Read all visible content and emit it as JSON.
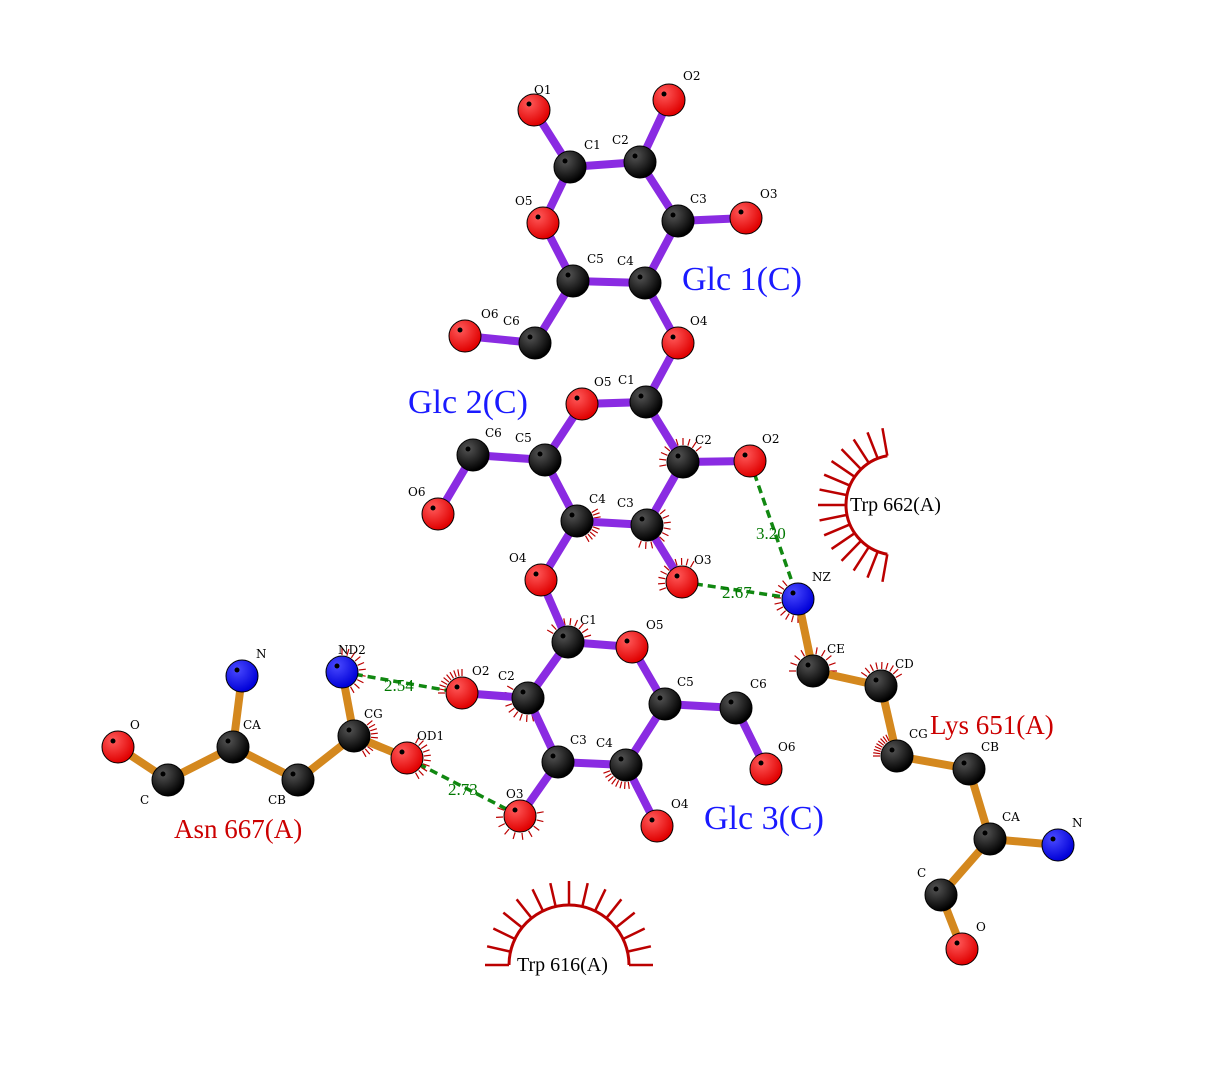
{
  "colors": {
    "ligand_bond": "#8a2be2",
    "residue_bond": "#d4881e",
    "hbond": "#118811",
    "carbon": "#000000",
    "oxygen": "#ff0000",
    "nitrogen": "#0000ff",
    "hydrophobic": "#bb0000",
    "ligand_label": "#1a1aff",
    "residue_label": "#cc0000"
  },
  "labels": {
    "glc1": "Glc 1(C)",
    "glc2": "Glc 2(C)",
    "glc3": "Glc 3(C)",
    "asn667": "Asn 667(A)",
    "lys651": "Lys 651(A)",
    "trp662": "Trp 662(A)",
    "trp616": "Trp 616(A)"
  },
  "hbonds": [
    {
      "id": "hb1",
      "distance": "3.20"
    },
    {
      "id": "hb2",
      "distance": "2.67"
    },
    {
      "id": "hb3",
      "distance": "2.54"
    },
    {
      "id": "hb4",
      "distance": "2.73"
    }
  ],
  "atoms": [
    {
      "id": "g1_o1",
      "name": "O1",
      "element": "O",
      "group": "glc1"
    },
    {
      "id": "g1_o2",
      "name": "O2",
      "element": "O",
      "group": "glc1"
    },
    {
      "id": "g1_c1",
      "name": "C1",
      "element": "C",
      "group": "glc1"
    },
    {
      "id": "g1_c2",
      "name": "C2",
      "element": "C",
      "group": "glc1"
    },
    {
      "id": "g1_o5",
      "name": "O5",
      "element": "O",
      "group": "glc1"
    },
    {
      "id": "g1_c3",
      "name": "C3",
      "element": "C",
      "group": "glc1"
    },
    {
      "id": "g1_o3",
      "name": "O3",
      "element": "O",
      "group": "glc1"
    },
    {
      "id": "g1_c5",
      "name": "C5",
      "element": "C",
      "group": "glc1"
    },
    {
      "id": "g1_c4",
      "name": "C4",
      "element": "C",
      "group": "glc1"
    },
    {
      "id": "g1_o6",
      "name": "O6",
      "element": "O",
      "group": "glc1"
    },
    {
      "id": "g1_c6",
      "name": "C6",
      "element": "C",
      "group": "glc1"
    },
    {
      "id": "g1_o4",
      "name": "O4",
      "element": "O",
      "group": "glc1"
    },
    {
      "id": "g2_o5",
      "name": "O5",
      "element": "O",
      "group": "glc2"
    },
    {
      "id": "g2_c1",
      "name": "C1",
      "element": "C",
      "group": "glc2"
    },
    {
      "id": "g2_c6",
      "name": "C6",
      "element": "C",
      "group": "glc2"
    },
    {
      "id": "g2_c5",
      "name": "C5",
      "element": "C",
      "group": "glc2"
    },
    {
      "id": "g2_c2",
      "name": "C2",
      "element": "C",
      "group": "glc2"
    },
    {
      "id": "g2_o2",
      "name": "O2",
      "element": "O",
      "group": "glc2"
    },
    {
      "id": "g2_o6",
      "name": "O6",
      "element": "O",
      "group": "glc2"
    },
    {
      "id": "g2_c4",
      "name": "C4",
      "element": "C",
      "group": "glc2"
    },
    {
      "id": "g2_c3",
      "name": "C3",
      "element": "C",
      "group": "glc2"
    },
    {
      "id": "g2_o4",
      "name": "O4",
      "element": "O",
      "group": "glc2"
    },
    {
      "id": "g2_o3",
      "name": "O3",
      "element": "O",
      "group": "glc2"
    },
    {
      "id": "g3_c1",
      "name": "C1",
      "element": "C",
      "group": "glc3"
    },
    {
      "id": "g3_o5",
      "name": "O5",
      "element": "O",
      "group": "glc3"
    },
    {
      "id": "g3_o2",
      "name": "O2",
      "element": "O",
      "group": "glc3"
    },
    {
      "id": "g3_c2",
      "name": "C2",
      "element": "C",
      "group": "glc3"
    },
    {
      "id": "g3_c5",
      "name": "C5",
      "element": "C",
      "group": "glc3"
    },
    {
      "id": "g3_c6",
      "name": "C6",
      "element": "C",
      "group": "glc3"
    },
    {
      "id": "g3_c3",
      "name": "C3",
      "element": "C",
      "group": "glc3"
    },
    {
      "id": "g3_c4",
      "name": "C4",
      "element": "C",
      "group": "glc3"
    },
    {
      "id": "g3_o6",
      "name": "O6",
      "element": "O",
      "group": "glc3"
    },
    {
      "id": "g3_o3",
      "name": "O3",
      "element": "O",
      "group": "glc3"
    },
    {
      "id": "g3_o4",
      "name": "O4",
      "element": "O",
      "group": "glc3"
    },
    {
      "id": "k_nz",
      "name": "NZ",
      "element": "N",
      "group": "lys651"
    },
    {
      "id": "k_ce",
      "name": "CE",
      "element": "C",
      "group": "lys651"
    },
    {
      "id": "k_cd",
      "name": "CD",
      "element": "C",
      "group": "lys651"
    },
    {
      "id": "k_cg",
      "name": "CG",
      "element": "C",
      "group": "lys651"
    },
    {
      "id": "k_cb",
      "name": "CB",
      "element": "C",
      "group": "lys651"
    },
    {
      "id": "k_ca",
      "name": "CA",
      "element": "C",
      "group": "lys651"
    },
    {
      "id": "k_n",
      "name": "N",
      "element": "N",
      "group": "lys651"
    },
    {
      "id": "k_c",
      "name": "C",
      "element": "C",
      "group": "lys651"
    },
    {
      "id": "k_o",
      "name": "O",
      "element": "O",
      "group": "lys651"
    },
    {
      "id": "a_n",
      "name": "N",
      "element": "N",
      "group": "asn667"
    },
    {
      "id": "a_nd2",
      "name": "ND2",
      "element": "N",
      "group": "asn667"
    },
    {
      "id": "a_o",
      "name": "O",
      "element": "O",
      "group": "asn667"
    },
    {
      "id": "a_ca",
      "name": "CA",
      "element": "C",
      "group": "asn667"
    },
    {
      "id": "a_cg",
      "name": "CG",
      "element": "C",
      "group": "asn667"
    },
    {
      "id": "a_od1",
      "name": "OD1",
      "element": "O",
      "group": "asn667"
    },
    {
      "id": "a_c",
      "name": "C",
      "element": "C",
      "group": "asn667"
    },
    {
      "id": "a_cb",
      "name": "CB",
      "element": "C",
      "group": "asn667"
    }
  ]
}
